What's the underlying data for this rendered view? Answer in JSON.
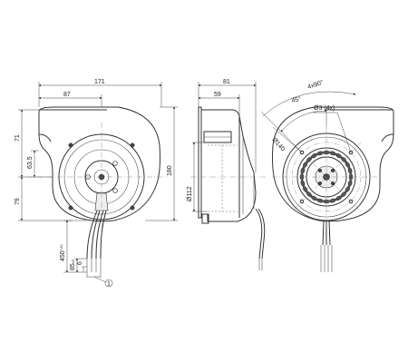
{
  "front_view": {
    "width_label": "171",
    "half_width_label": "87",
    "height_label": "180",
    "upper_label": "71",
    "center_label": "63.5",
    "lower_label": "79",
    "lead_length_label": "450",
    "lead_length_tol": "+20",
    "lead_strip_label": "85",
    "lead_strip_tol": "±5",
    "lead_end_label": "6",
    "callout_label": "1"
  },
  "side_view": {
    "depth_label": "81",
    "inner_depth_label": "59",
    "diameter_label": "Ø112"
  },
  "rear_view": {
    "angle_label": "4x90°",
    "angle45_label": "45°",
    "hole_label": "Ø3 (4x)",
    "bolt_circle_label": "Ø140"
  }
}
